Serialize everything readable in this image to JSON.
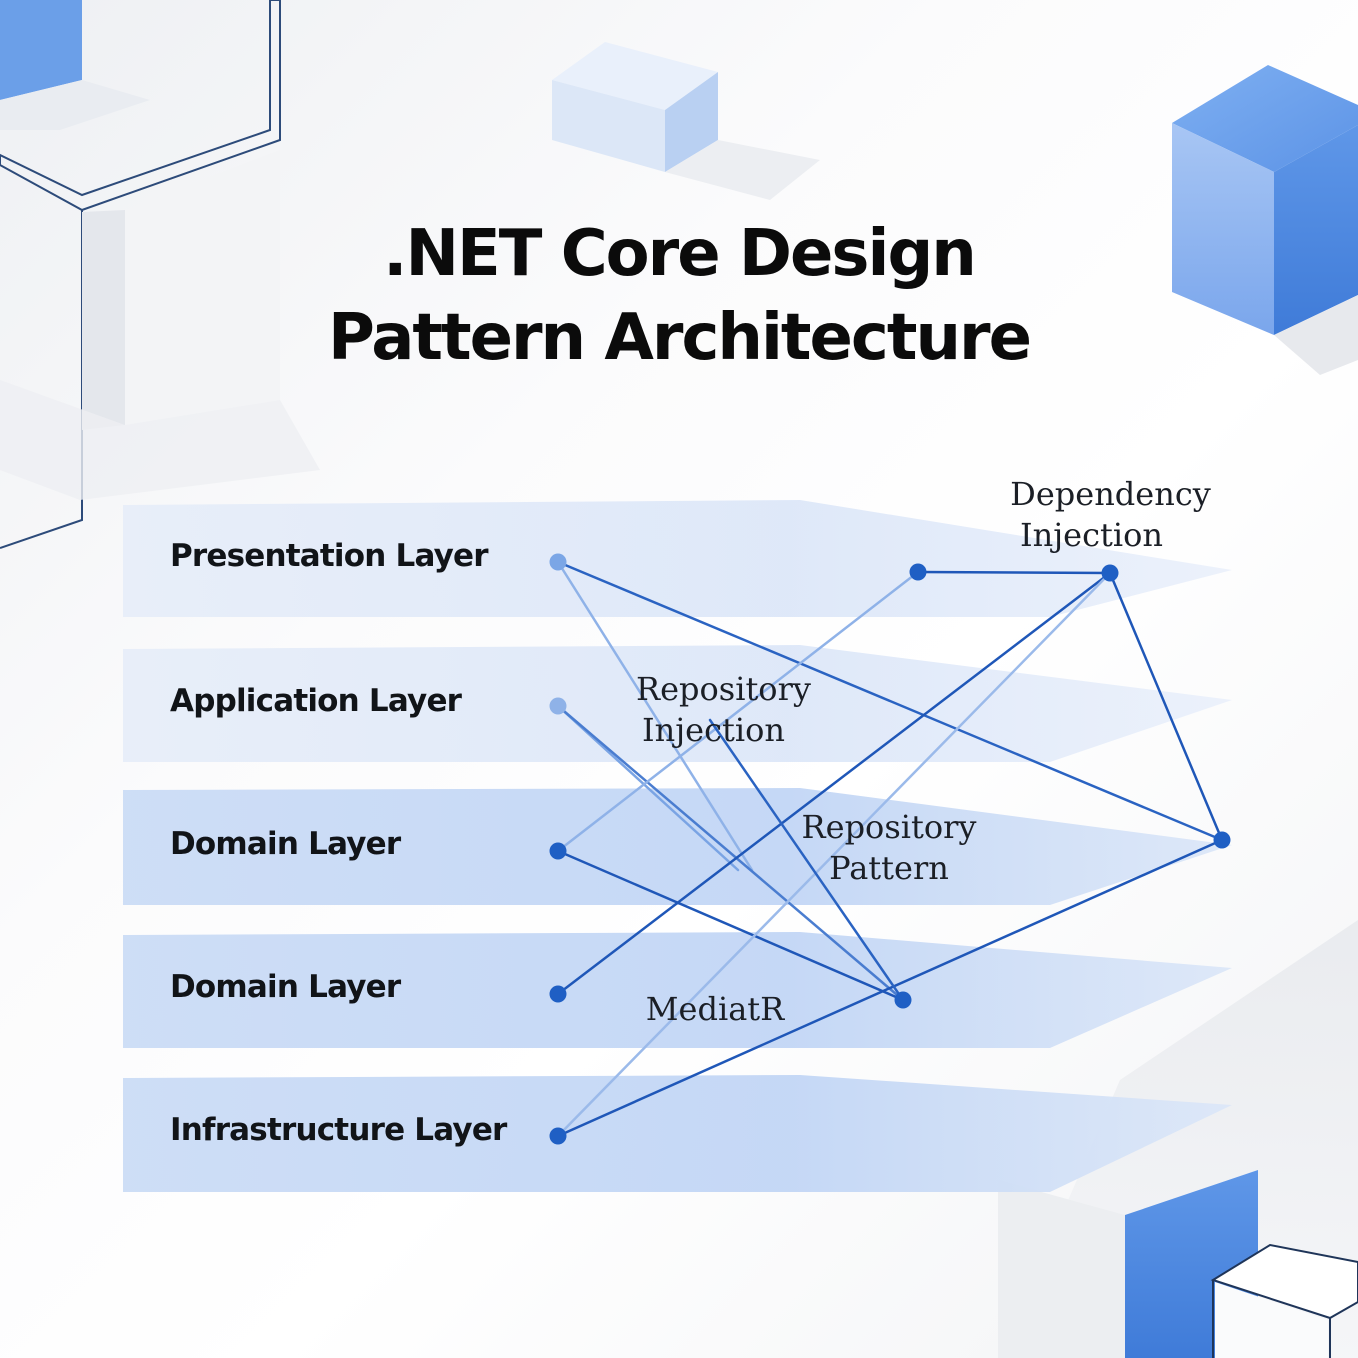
{
  "title": {
    "line1": ".NET Core Design",
    "line2": "Pattern Architecture"
  },
  "layers": [
    {
      "label": "Presentation Layer"
    },
    {
      "label": "Application Layer"
    },
    {
      "label": "Domain Layer"
    },
    {
      "label": "Domain Layer"
    },
    {
      "label": "Infrastructure Layer"
    }
  ],
  "patterns": {
    "dependency_injection": {
      "line1": "Dependency",
      "line2": "Injection"
    },
    "repository_injection": {
      "line1": "Repository",
      "line2": "Injection"
    },
    "repository_pattern": {
      "line1": "Repository",
      "line2": "Pattern"
    },
    "mediatr": {
      "line1": "MediatR"
    }
  },
  "colors": {
    "accent": "#1f5fc4",
    "accent_light": "#6f9fe6",
    "band_light": "#e7eefb",
    "band_mid": "#cfdff8",
    "cube_blue": "#5a8fe0",
    "title": "#0b0b0b"
  }
}
